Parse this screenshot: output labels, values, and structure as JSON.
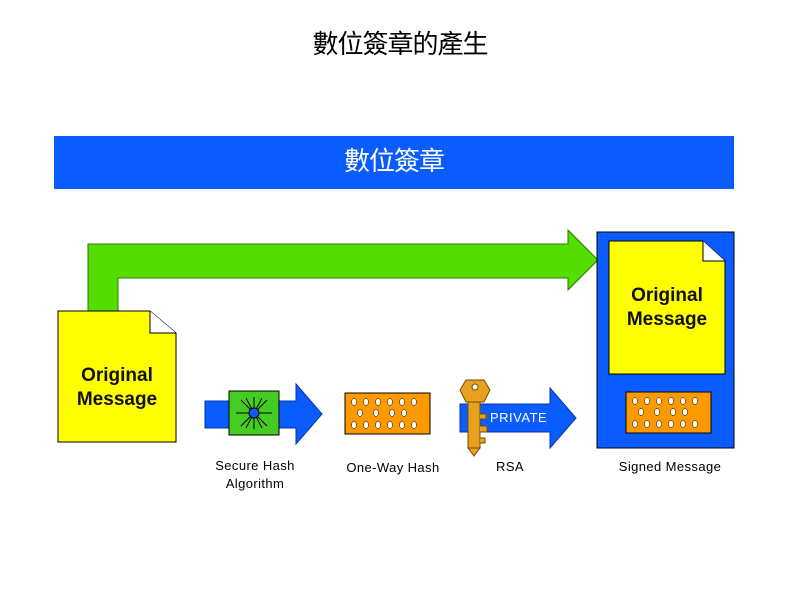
{
  "slide": {
    "title": "數位簽章的產生",
    "banner": "數位簽章"
  },
  "source_document": {
    "line1": "Original",
    "line2": "Message"
  },
  "signed_document": {
    "line1": "Original",
    "line2": "Message"
  },
  "steps": {
    "hash_algorithm": {
      "line1": "Secure Hash",
      "line2": "Algorithm"
    },
    "one_way_hash": "One-Way Hash",
    "rsa": "RSA",
    "private_key": "PRIVATE",
    "signed_message": "Signed Message"
  },
  "colors": {
    "banner": "#0a5cff",
    "document": "#ffff00",
    "flow_arrow": "#55dd00",
    "process_arrow": "#0a5cff",
    "hash_block": "#ff9900",
    "hash_device": "#44cc22",
    "key": "#e8a020"
  },
  "icons": [
    "document-icon",
    "hash-device-icon",
    "hash-block-icon",
    "key-icon",
    "arrow-icon"
  ]
}
